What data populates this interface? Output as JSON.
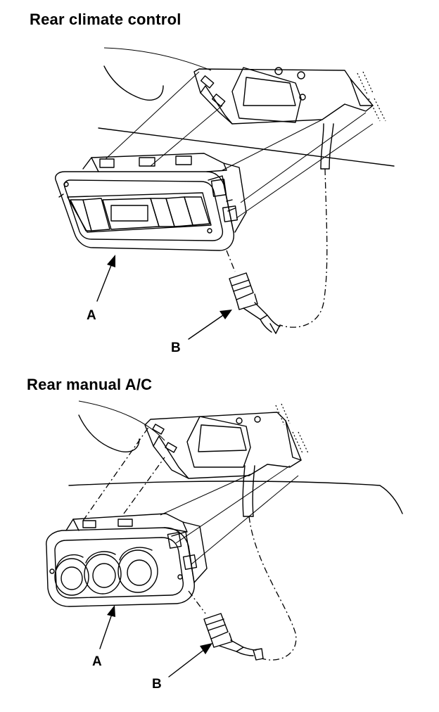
{
  "diagrams": [
    {
      "title": "Rear climate control",
      "callouts": {
        "a": "A",
        "b": "B"
      }
    },
    {
      "title": "Rear manual A/C",
      "callouts": {
        "a": "A",
        "b": "B"
      }
    }
  ]
}
